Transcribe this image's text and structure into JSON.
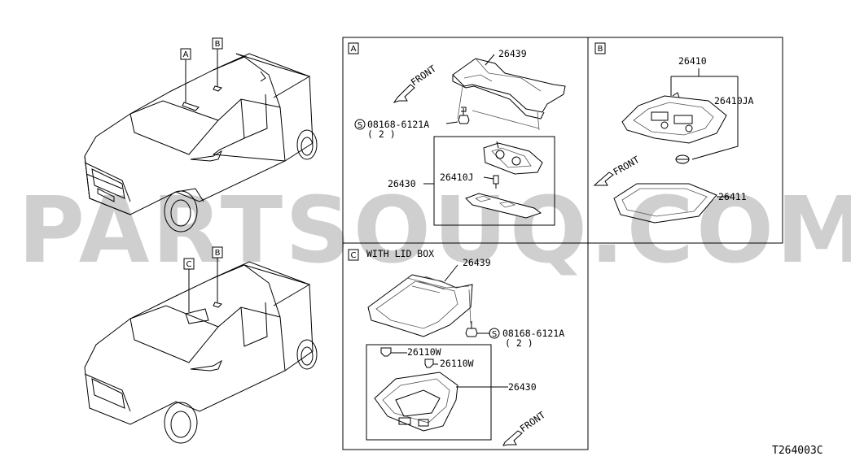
{
  "watermark": "PARTSOUQ.COM",
  "diagram_code": "T264003C",
  "view_tags": {
    "a": "A",
    "b": "B",
    "c": "C"
  },
  "panel_a": {
    "label": "A",
    "front": "FRONT",
    "parts": {
      "bracket": "26439",
      "bolt": "08168-6121A",
      "bolt_qty": "( 2 )",
      "lamp": "26430",
      "lens": "26410J"
    },
    "bolt_symbol": "S"
  },
  "panel_b": {
    "label": "B",
    "front": "FRONT",
    "parts": {
      "lamp": "26410",
      "lens": "26410JA",
      "ring": "26411"
    }
  },
  "panel_c": {
    "label": "C",
    "title": "WITH LID BOX",
    "front": "FRONT",
    "parts": {
      "bracket": "26439",
      "bolt": "08168-6121A",
      "bolt_qty": "( 2 )",
      "clip1": "26110W",
      "clip2": "26110W",
      "lamp": "26430"
    },
    "bolt_symbol": "S"
  }
}
